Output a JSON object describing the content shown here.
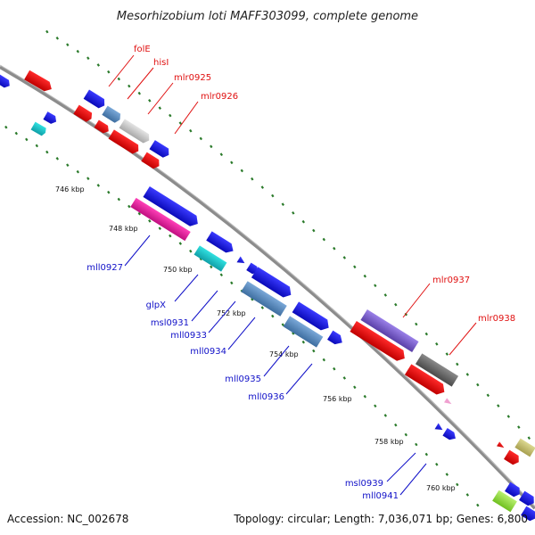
{
  "header": {
    "title": "Mesorhizobium loti MAFF303099, complete genome"
  },
  "footer": {
    "accession": "Accession: NC_002678",
    "summary": "Topology: circular; Length: 7,036,071 bp; Genes: 6,800"
  },
  "scale_labels": [
    "746 kbp",
    "748 kbp",
    "750 kbp",
    "752 kbp",
    "754 kbp",
    "756 kbp",
    "758 kbp",
    "760 kbp"
  ],
  "gene_labels_forward": [
    "folE",
    "hisI",
    "mlr0925",
    "mlr0926",
    "mlr0937",
    "mlr0938"
  ],
  "gene_labels_reverse": [
    "mll0927",
    "glpX",
    "msl0931",
    "mll0933",
    "mll0934",
    "mll0935",
    "mll0936",
    "msl0939",
    "mll0941"
  ],
  "colors": {
    "backbone": "#888888",
    "forward_label": "#e01010",
    "reverse_label": "#1010c8",
    "tick_green": "#2a7a2a",
    "blue_gene": "#1a1ad8",
    "red_gene": "#e81010",
    "magenta_gene": "#e0209a",
    "cyan_gene": "#18c0c8",
    "steelblue_gene": "#5a8cc0",
    "purple_gene": "#7a5cc8",
    "gray_gene": "#6e6e6e",
    "silver_gene": "#c8c8c8",
    "olive_gene": "#c8c070",
    "lime_gene": "#98e040",
    "pink_gene": "#f0a0d0",
    "aqua_gene": "#20e0e0"
  }
}
